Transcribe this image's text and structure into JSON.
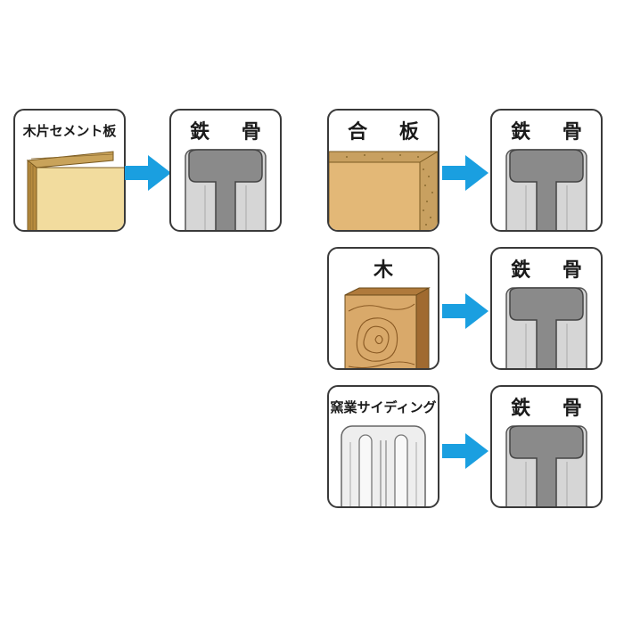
{
  "diagram": {
    "pairs": [
      {
        "source_label": "木片セメント板",
        "target_label": "鉄 骨",
        "source_icon": "cement-board-icon",
        "target_icon": "steel-frame-icon"
      },
      {
        "source_label": "合 板",
        "target_label": "鉄 骨",
        "source_icon": "plywood-icon",
        "target_icon": "steel-frame-icon"
      },
      {
        "source_label": "木",
        "target_label": "鉄 骨",
        "source_icon": "wood-block-icon",
        "target_icon": "steel-frame-icon"
      },
      {
        "source_label": "窯業サイディング",
        "target_label": "鉄 骨",
        "source_icon": "ceramic-siding-icon",
        "target_icon": "steel-frame-icon"
      }
    ],
    "colors": {
      "arrow": "#1a9fe0",
      "border": "#3a3a3a",
      "steel_dark": "#8a8a8a",
      "steel_light": "#d6d6d6",
      "cement_board": "#f2dc9e",
      "plywood": "#e3b877",
      "wood": "#d9a96a",
      "siding": "#eeeeee"
    }
  }
}
